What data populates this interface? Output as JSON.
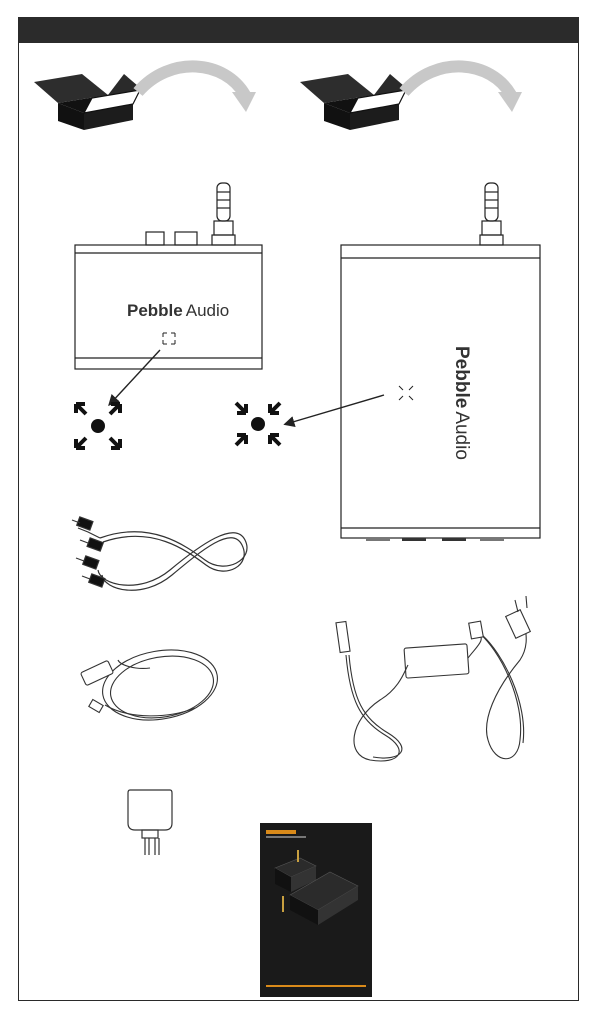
{
  "brand": {
    "bold": "Pebble",
    "light": "Audio"
  },
  "items": [
    "box-1",
    "box-2",
    "transmitter",
    "receiver",
    "rca-cable",
    "usb-cable",
    "power-adapter",
    "wall-charger",
    "manual"
  ],
  "colors": {
    "header": "#2b2b2b",
    "arrow": "#c8c8c8",
    "line": "#222222",
    "manual_dark": "#1a1a1a",
    "accent": "#d98a1a"
  }
}
